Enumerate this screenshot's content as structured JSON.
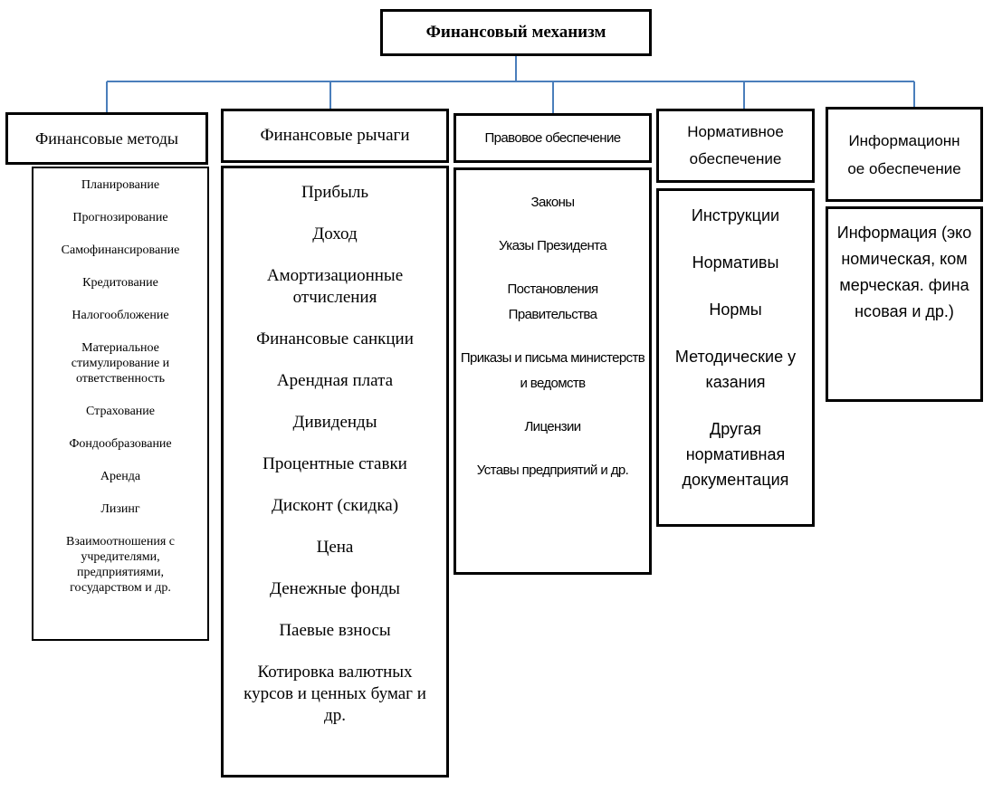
{
  "root": {
    "title": "Финансовый механизм"
  },
  "columns": [
    {
      "header": "Финансовые методы",
      "items": [
        "Планирование",
        "Прогнозирование",
        "Самофинансирование",
        "Кредитование",
        "Налогообложение",
        "Материальное стимулирование и ответственность",
        "Страхование",
        "Фондообразование",
        "Аренда",
        "Лизинг",
        "Взаимоотношения с учредителями, предприятиями, государством и др."
      ]
    },
    {
      "header": "Финансовые рычаги",
      "items": [
        "Прибыль",
        "Доход",
        "Амортизационные отчисления",
        "Финансовые санкции",
        "Арендная плата",
        "Дивиденды",
        "Процентные ставки",
        "Дисконт (скидка)",
        "Цена",
        "Денежные фонды",
        "Паевые взносы",
        "Котировка валютных курсов и ценных бумаг и др."
      ]
    },
    {
      "header": "Правовое обеспечение",
      "items": [
        "Законы",
        "Указы Президента",
        "Постановления Правительства",
        "Приказы и письма министерств и ведомств",
        "Лицензии",
        "Уставы предприятий и др."
      ]
    },
    {
      "header": "Нормативное обеспечение",
      "items": [
        "Инструкции",
        "Нормативы",
        "Нормы",
        "Методические указания",
        "Другая нормативная документация"
      ]
    },
    {
      "header": "Информационное обеспечение",
      "items": [
        "Информация (экономическая, коммерческая. финансовая и др.)"
      ]
    }
  ],
  "colors": {
    "connector": "#4a7ebb",
    "border": "#000000"
  }
}
